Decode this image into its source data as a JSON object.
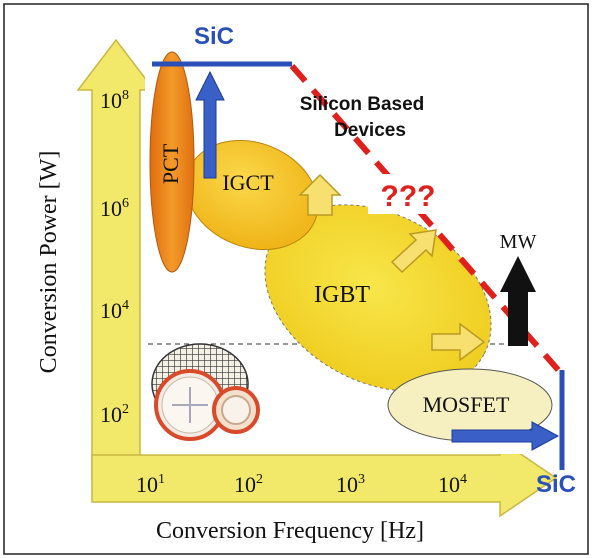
{
  "figure": {
    "y_axis_label": "Conversion Power [W]",
    "x_axis_label": "Conversion Frequency [Hz]",
    "y_ticks": [
      {
        "base": "10",
        "exp": "8"
      },
      {
        "base": "10",
        "exp": "6"
      },
      {
        "base": "10",
        "exp": "4"
      },
      {
        "base": "10",
        "exp": "2"
      }
    ],
    "x_ticks": [
      {
        "base": "10",
        "exp": "1"
      },
      {
        "base": "10",
        "exp": "2"
      },
      {
        "base": "10",
        "exp": "3"
      },
      {
        "base": "10",
        "exp": "4"
      }
    ],
    "devices": {
      "pct": "PCT",
      "igct": "IGCT",
      "igbt": "IGBT",
      "mosfet": "MOSFET"
    },
    "silicon_label_line1": "Silicon Based",
    "silicon_label_line2": "Devices",
    "question_marks": "???",
    "sic_top": "SiC",
    "sic_right": "SiC",
    "mw_label": "MW",
    "colors": {
      "axis_arrow": "#f2e86a",
      "pct_fill": "#f08a1c",
      "igct_fill": "#f5c21a",
      "igbt_fill": "#f2d21e",
      "mosfet_fill": "#f6f0c0",
      "sic_blue": "#2a4fb8",
      "red_dash": "#e0201c"
    }
  }
}
